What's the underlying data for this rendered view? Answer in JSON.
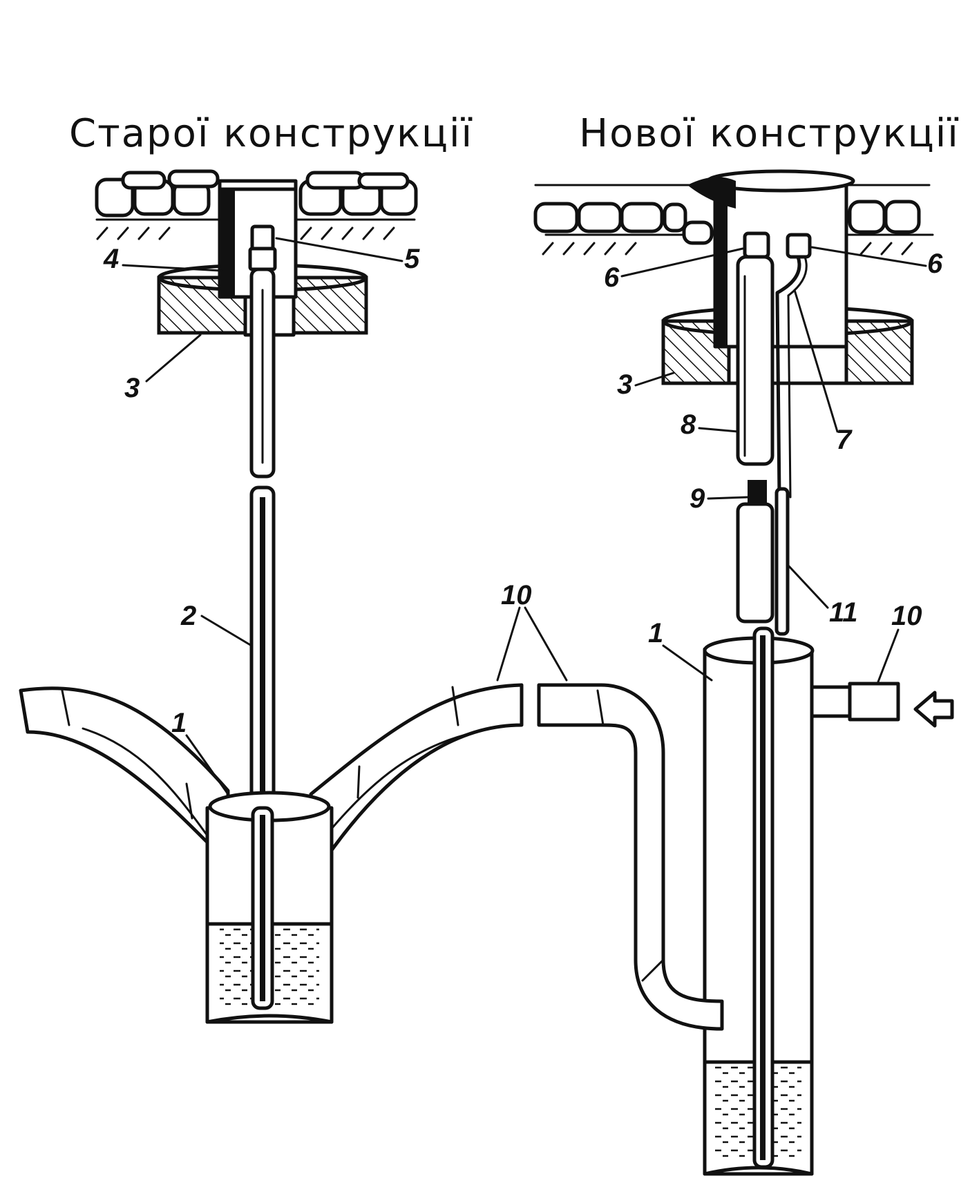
{
  "titles": {
    "old": "Старої конструкції",
    "new": "Нової конструкції"
  },
  "labels": {
    "old": {
      "l1": "1",
      "l2": "2",
      "l3": "3",
      "l4": "4",
      "l5": "5",
      "l10": "10"
    },
    "new": {
      "l1": "1",
      "l3": "3",
      "l6a": "6",
      "l6b": "6",
      "l7": "7",
      "l8": "8",
      "l9": "9",
      "l10": "10",
      "l11": "11"
    }
  }
}
